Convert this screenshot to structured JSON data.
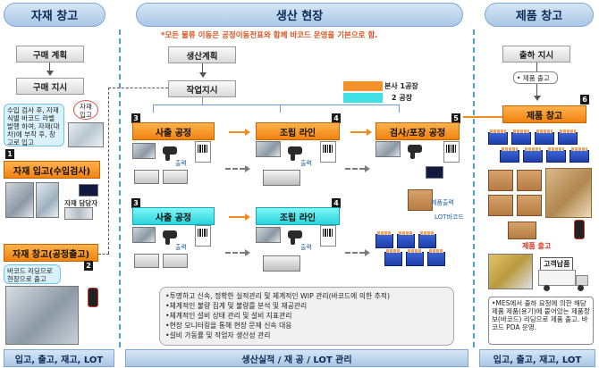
{
  "headers": {
    "material": "자재 창고",
    "production": "생산 현장",
    "product": "제품 창고"
  },
  "footers": {
    "material": "입고, 출고, 재고, LOT",
    "production": "생산실적 / 재 공 / LOT 관리",
    "product": "입고, 출고, 재고, LOT"
  },
  "notice": "*모든 물류 이동은 공정이동전표와 함께 바코드 운영을 기본으로 함.",
  "material": {
    "purchase_plan": "구매 계획",
    "purchase_order": "구매 지시",
    "callout_inspection": "수입 검사 후, 자재식별 바코드 라벨 발행 하여, 자재(대차)에 부착 후, 창고로 입고",
    "material_inbound_small": "자재 입고",
    "inbound": "자재 입고(수입검사)",
    "manager_label": "자재 담당자",
    "outbound": "자재 창고(공정출고)",
    "callout_reading": "바코드 리딩으로 현장으로 출고",
    "badge_1": "1",
    "badge_2": "2"
  },
  "production": {
    "production_plan": "생산계획",
    "work_order": "작업지시",
    "legend": [
      {
        "label": "본사 1공장",
        "color": "#f5912a"
      },
      {
        "label": "2 공장",
        "color": "#3fe0e6"
      }
    ],
    "injection_1": "사출 공정",
    "assembly_1": "조립 라인",
    "inspection_pack": "검사/포장 공정",
    "injection_2": "사출 공정",
    "assembly_2": "조립 라인",
    "out_label_1": "출력",
    "out_label_2": "출력",
    "out_label_3": "출력",
    "out_label_4": "출력",
    "product_out_label": "제품출력",
    "lot_barcode": "LOT바코드",
    "badge_3a": "3",
    "badge_4a": "4",
    "badge_5": "5",
    "badge_3b": "3",
    "badge_4b": "4",
    "bullets": [
      "•투명하고 신속, 정확한 실적관리 및 체계적인 WIP 관리(바코드에 의한 추적)",
      "•체계적인 불량 집계 및 불량를 분석 및 재공관리",
      "•체계적인 설비 상태 관리 및 설비 지표관리",
      "•현장 모니터링을 통해 현장 문제 신속 대응",
      "•설비 가동률 및 작업자 생산성 관리"
    ]
  },
  "product": {
    "shipping_order": "출하 지시",
    "product_out_note": "• 제품 출고",
    "warehouse": "제품 창고",
    "badge_6": "6",
    "product_shipping": "제품 출고",
    "customer_delivery": "고객납품",
    "mes_note": "•MES에서 출하 요청에 의한 해당 제품 제품(용기)에 붙어있는 제품정보(바코드) 리딩으로 제품 출고. 바코드 PDA 운영."
  }
}
